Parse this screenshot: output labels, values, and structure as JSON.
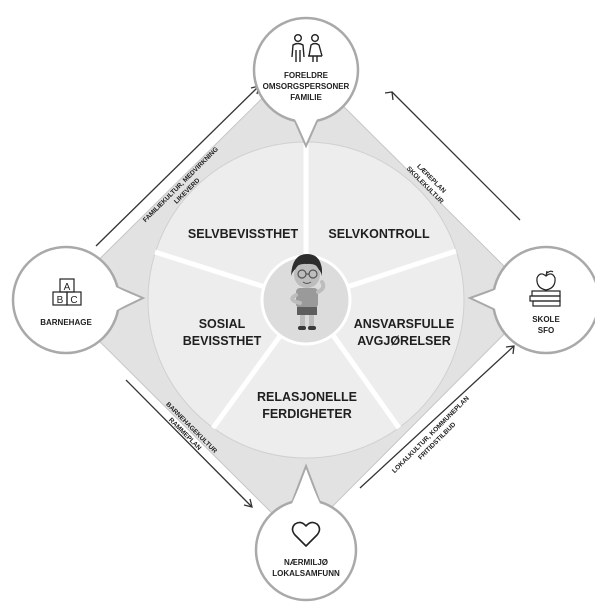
{
  "segments": {
    "selvbevissthet": "SELVBEVISSTHET",
    "selvkontroll": "SELVKONTROLL",
    "ansvarsfulle": [
      "ANSVARSFULLE",
      "AVGJØRELSER"
    ],
    "relasjonelle": [
      "RELASJONELLE",
      "FERDIGHETER"
    ],
    "sosial": [
      "SOSIAL",
      "BEVISSTHET"
    ]
  },
  "nodes": {
    "top": {
      "lines": [
        "FORELDRE",
        "OMSORGSPERSONER",
        "FAMILIE"
      ],
      "icon": "parents-icon"
    },
    "left": {
      "lines": [
        "BARNEHAGE"
      ],
      "icon": "abc-blocks-icon",
      "blocks": [
        "A",
        "B",
        "C"
      ]
    },
    "right": {
      "lines": [
        "SKOLE",
        "SFO"
      ],
      "icon": "apple-books-icon"
    },
    "bottom": {
      "lines": [
        "NÆRMILJØ",
        "LOKALSAMFUNN"
      ],
      "icon": "heart-icon"
    }
  },
  "edges": {
    "top_left": [
      "FAMILIEKULTUR, MEDVIRKNING",
      "LIKEVERD"
    ],
    "top_right": [
      "LÆREPLAN",
      "SKOLEKULTUR"
    ],
    "bottom_left": [
      "BARNEHAGEKULTUR",
      "RAMMEPLAN"
    ],
    "bottom_right": [
      "LOKALKULTUR, KOMMUNEPLAN",
      "FRITIDSTILBUD"
    ]
  },
  "colors": {
    "diamond": "#e2e2e2",
    "wheel": "#ededed",
    "center": "#dcdcdc",
    "node_fill": "#ffffff",
    "node_stroke": "#a9a9a9",
    "text": "#1f1f1f"
  }
}
